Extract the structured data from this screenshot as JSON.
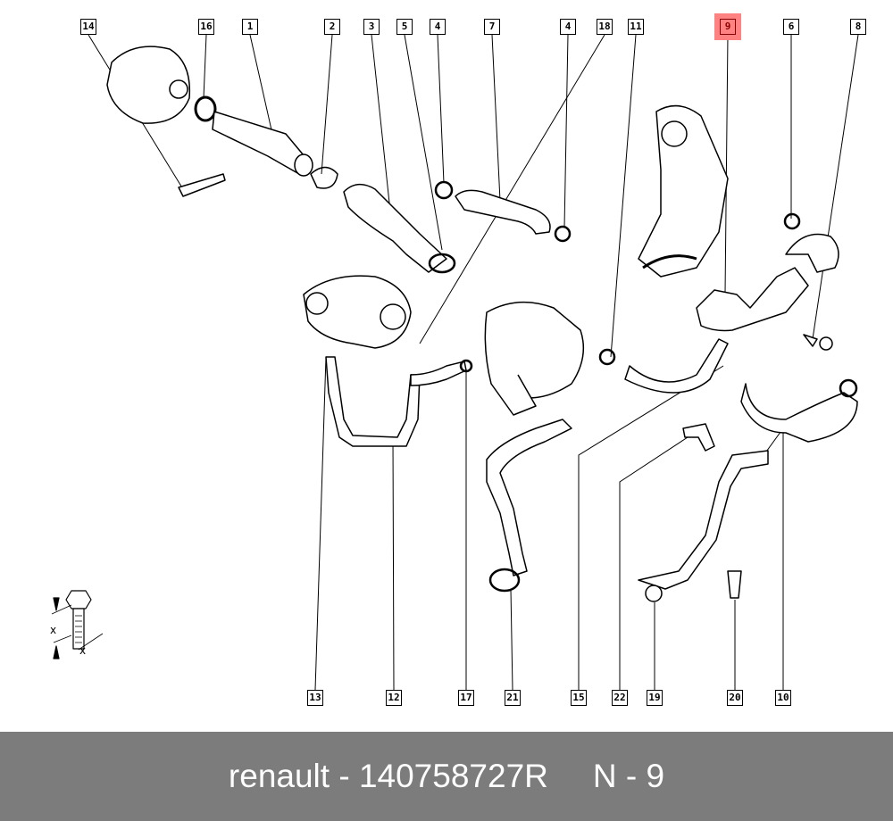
{
  "diagram": {
    "callouts_top": [
      "14",
      "16",
      "1",
      "2",
      "3",
      "5",
      "4",
      "7",
      "4",
      "18",
      "11",
      "9",
      "6",
      "8"
    ],
    "callouts_bottom": [
      "13",
      "12",
      "17",
      "21",
      "15",
      "22",
      "19",
      "20",
      "10"
    ],
    "highlighted_callout": "9",
    "highlight_color": "#ff8282",
    "torque_legend": {
      "dim_label_1": "x",
      "dim_label_2": "x"
    }
  },
  "footer": {
    "brand": "renault",
    "separator": " - ",
    "part_number": "140758727R",
    "position_label": "N - 9"
  }
}
